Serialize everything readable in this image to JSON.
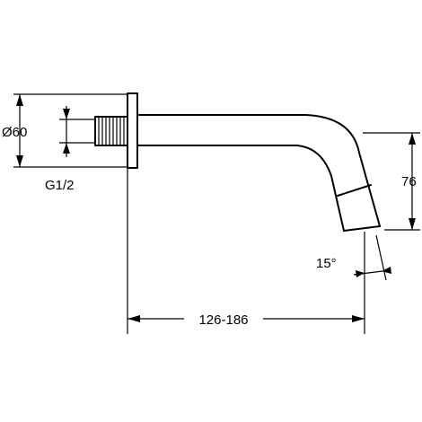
{
  "drawing": {
    "dimensions": {
      "flange_diameter": "Ø60",
      "thread_size": "G1/2",
      "projection_length": "126-186",
      "outlet_height": "76",
      "outlet_angle": "15°"
    }
  }
}
